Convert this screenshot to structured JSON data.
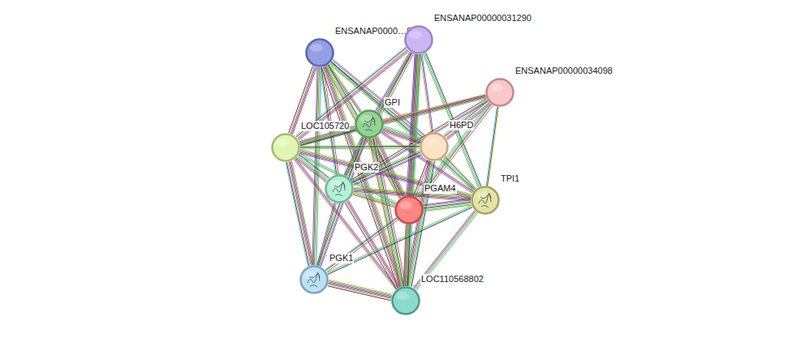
{
  "diagram": {
    "nodes": [
      {
        "text": [
          "ENSANAP0000…8"
        ]
      },
      {
        "text": [
          "ENSANAP00000031290"
        ]
      },
      {
        "text": [
          "ENSANAP00000034098"
        ]
      },
      {
        "text": [
          "GPI"
        ]
      },
      {
        "text": [
          "LOC105720"
        ]
      },
      {
        "text": [
          "H6PD"
        ]
      },
      {
        "text": [
          "PGK2"
        ]
      },
      {
        "text": [
          "PGAM4"
        ]
      },
      {
        "text": [
          "TPI1"
        ]
      },
      {
        "text": [
          "PGK1"
        ]
      },
      {
        "text": [
          "LOC110568802"
        ]
      }
    ],
    "edges": [
      {
        "from": 0,
        "to": 3,
        "arrow": "none"
      },
      {
        "from": 0,
        "to": 4,
        "arrow": "none"
      },
      {
        "from": 0,
        "to": 5,
        "arrow": "none"
      },
      {
        "from": 0,
        "to": 6,
        "arrow": "none"
      },
      {
        "from": 0,
        "to": 7,
        "arrow": "none"
      },
      {
        "from": 0,
        "to": 8,
        "arrow": "none"
      },
      {
        "from": 0,
        "to": 9,
        "arrow": "none"
      },
      {
        "from": 0,
        "to": 10,
        "arrow": "none"
      },
      {
        "from": 1,
        "to": 3,
        "arrow": "none"
      },
      {
        "from": 1,
        "to": 4,
        "arrow": "none"
      },
      {
        "from": 1,
        "to": 5,
        "arrow": "none"
      },
      {
        "from": 1,
        "to": 6,
        "arrow": "none"
      },
      {
        "from": 1,
        "to": 7,
        "arrow": "none"
      },
      {
        "from": 1,
        "to": 8,
        "arrow": "none"
      },
      {
        "from": 1,
        "to": 10,
        "arrow": "none"
      },
      {
        "from": 2,
        "to": 3,
        "arrow": "none"
      },
      {
        "from": 2,
        "to": 4,
        "arrow": "none"
      },
      {
        "from": 2,
        "to": 5,
        "arrow": "none"
      },
      {
        "from": 2,
        "to": 6,
        "arrow": "none"
      },
      {
        "from": 2,
        "to": 7,
        "arrow": "none"
      },
      {
        "from": 2,
        "to": 8,
        "arrow": "none"
      },
      {
        "from": 3,
        "to": 4,
        "arrow": "none"
      },
      {
        "from": 3,
        "to": 5,
        "arrow": "none"
      },
      {
        "from": 3,
        "to": 6,
        "arrow": "none"
      },
      {
        "from": 3,
        "to": 7,
        "arrow": "none"
      },
      {
        "from": 3,
        "to": 8,
        "arrow": "none"
      },
      {
        "from": 3,
        "to": 9,
        "arrow": "none"
      },
      {
        "from": 3,
        "to": 10,
        "arrow": "none"
      },
      {
        "from": 4,
        "to": 5,
        "arrow": "none"
      },
      {
        "from": 4,
        "to": 6,
        "arrow": "none"
      },
      {
        "from": 4,
        "to": 7,
        "arrow": "none"
      },
      {
        "from": 4,
        "to": 8,
        "arrow": "none"
      },
      {
        "from": 4,
        "to": 9,
        "arrow": "none"
      },
      {
        "from": 4,
        "to": 10,
        "arrow": "none"
      },
      {
        "from": 5,
        "to": 6,
        "arrow": "none"
      },
      {
        "from": 5,
        "to": 7,
        "arrow": "none"
      },
      {
        "from": 5,
        "to": 8,
        "arrow": "none"
      },
      {
        "from": 5,
        "to": 10,
        "arrow": "none"
      },
      {
        "from": 6,
        "to": 7,
        "arrow": "none"
      },
      {
        "from": 6,
        "to": 8,
        "arrow": "none"
      },
      {
        "from": 6,
        "to": 9,
        "arrow": "none"
      },
      {
        "from": 6,
        "to": 10,
        "arrow": "none"
      },
      {
        "from": 7,
        "to": 8,
        "arrow": "none"
      },
      {
        "from": 7,
        "to": 9,
        "arrow": "none"
      },
      {
        "from": 7,
        "to": 10,
        "arrow": "none"
      },
      {
        "from": 8,
        "to": 9,
        "arrow": "none"
      },
      {
        "from": 8,
        "to": 10,
        "arrow": "none"
      },
      {
        "from": 9,
        "to": 10,
        "arrow": "none"
      }
    ]
  }
}
